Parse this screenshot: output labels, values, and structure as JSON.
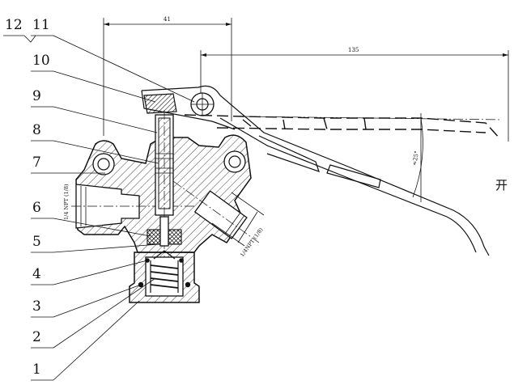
{
  "callouts": [
    {
      "id": "12",
      "label": "12"
    },
    {
      "id": "11",
      "label": "11"
    },
    {
      "id": "10",
      "label": "10"
    },
    {
      "id": "9",
      "label": "9"
    },
    {
      "id": "8",
      "label": "8"
    },
    {
      "id": "7",
      "label": "7"
    },
    {
      "id": "6",
      "label": "6"
    },
    {
      "id": "5",
      "label": "5"
    },
    {
      "id": "4",
      "label": "4"
    },
    {
      "id": "3",
      "label": "3"
    },
    {
      "id": "2",
      "label": "2"
    },
    {
      "id": "1",
      "label": "1"
    }
  ],
  "dimensions": {
    "width_top": "41",
    "length_handle": "135",
    "angle": "≈25°"
  },
  "ports": {
    "inlet": "1/4 NPT (1/8)",
    "outlet": "1/4NPT (1/8)"
  },
  "state_label": "开"
}
